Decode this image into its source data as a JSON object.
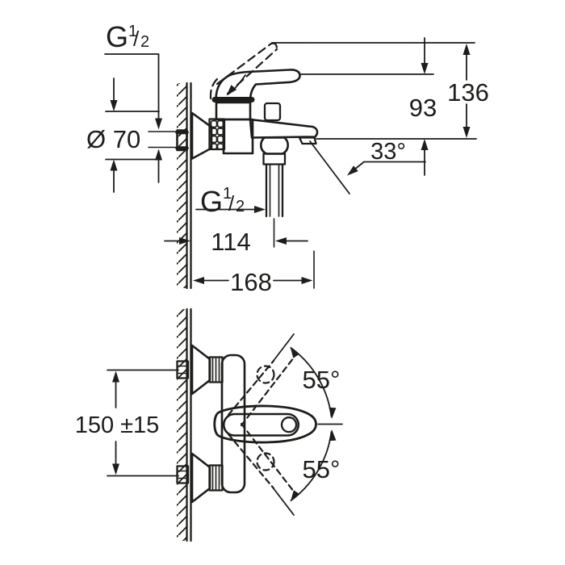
{
  "colors": {
    "ink": "#1d1d1b",
    "paper": "#ffffff"
  },
  "side_view": {
    "thread_top": {
      "text": "G 1/2",
      "letter": "G",
      "numerator": "1",
      "slash": "/",
      "denominator": "2"
    },
    "rosette_diameter": "Ø 70",
    "total_height": "136",
    "handle_height": "93",
    "spout_angle": "33°",
    "shower_thread": {
      "text": "G 1/2",
      "letter": "G",
      "numerator": "1",
      "slash": "/",
      "denominator": "2"
    },
    "shower_outlet_offset": "114",
    "projection": "168"
  },
  "front_view": {
    "inlet_spacing": "150 ±15",
    "handle_swing_upper": "55°",
    "handle_swing_lower": "55°"
  }
}
